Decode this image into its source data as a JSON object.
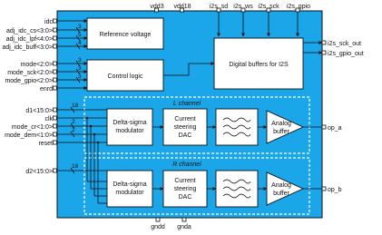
{
  "colors": {
    "chip": "#1aa6e8",
    "block": "#ffffff",
    "channel_border": "#ffffff",
    "wire": "#111111"
  },
  "top_pins": [
    "vdd3",
    "vdd18",
    "i2s_sd",
    "i2s_ws",
    "i2s_sck",
    "i2s_gpio"
  ],
  "bottom_pins": [
    "gndd",
    "gnda"
  ],
  "left_pins_top": [
    "idc",
    "adj_idc_cs<3:0>",
    "adj_idc_lpf<4:0>",
    "adj_idc_buff<3:0>"
  ],
  "left_pins_mid": [
    "mode<2:0>",
    "mode_sck<2:0>",
    "mode_gpio<2:0>",
    "enrd"
  ],
  "left_pins_lch": [
    "d1<15:0>",
    "clk",
    "mode_cr<1:0>",
    "mode_dem<1:0>",
    "reset"
  ],
  "left_pins_rch": [
    "d2<15:0>"
  ],
  "right_pins": [
    "i2s_sck_out",
    "i2s_gpio_out",
    "op_a",
    "op_b"
  ],
  "bus_widths": [
    "3",
    "5",
    "4",
    "3",
    "3",
    "3",
    "18",
    "2",
    "2",
    "16"
  ],
  "blocks": {
    "ref": "Reference voltage",
    "logic": "Control logic",
    "digbuf": "Digital buffers for I2S"
  },
  "l_channel": {
    "title": "L channel",
    "modulator": [
      "Delta-sigma",
      "modulator"
    ],
    "dac": [
      "Current",
      "steering",
      "DAC"
    ],
    "buffer": [
      "Analog",
      "buffer"
    ]
  },
  "r_channel": {
    "title": "R channel",
    "modulator": [
      "Delta-sigma",
      "modulator"
    ],
    "dac": [
      "Current",
      "steering",
      "DAC"
    ],
    "buffer": [
      "Analog",
      "buffer"
    ]
  }
}
